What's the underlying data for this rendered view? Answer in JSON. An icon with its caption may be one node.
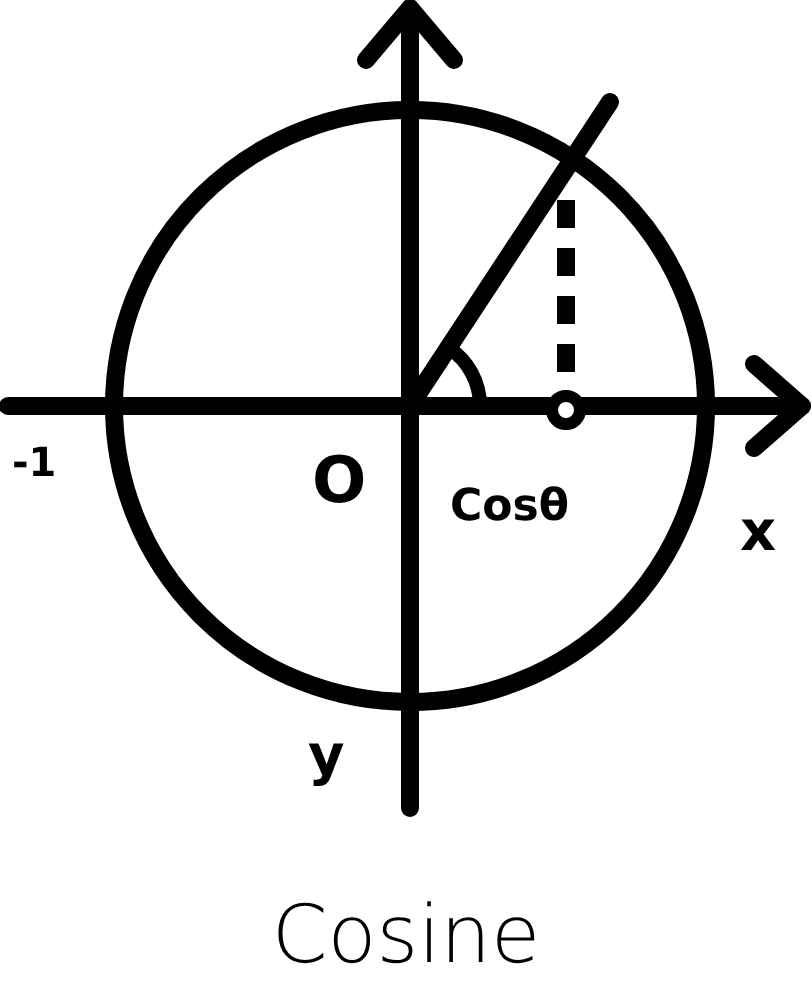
{
  "diagram": {
    "title": "Cosine",
    "labels": [
      "-1",
      "O",
      "Cosθ",
      "x",
      "y"
    ]
  }
}
